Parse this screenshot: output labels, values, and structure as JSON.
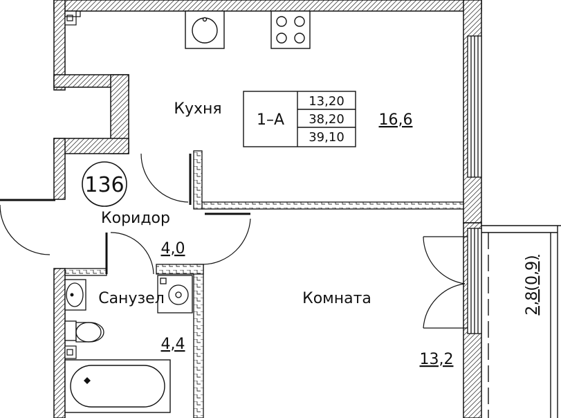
{
  "plan": {
    "apartment_number": "136",
    "unit_type": "1–А",
    "summary_areas": [
      "13,20",
      "38,20",
      "39,10"
    ],
    "rooms": {
      "kitchen": {
        "name": "Кухня",
        "area": "16,6"
      },
      "corridor": {
        "name": "Коридор",
        "area": "4,0"
      },
      "bathroom": {
        "name": "Санузел",
        "area": "4,4"
      },
      "room": {
        "name": "Комната",
        "area": "13,2"
      },
      "balcony": {
        "area": "2,8(0,9)"
      }
    }
  }
}
